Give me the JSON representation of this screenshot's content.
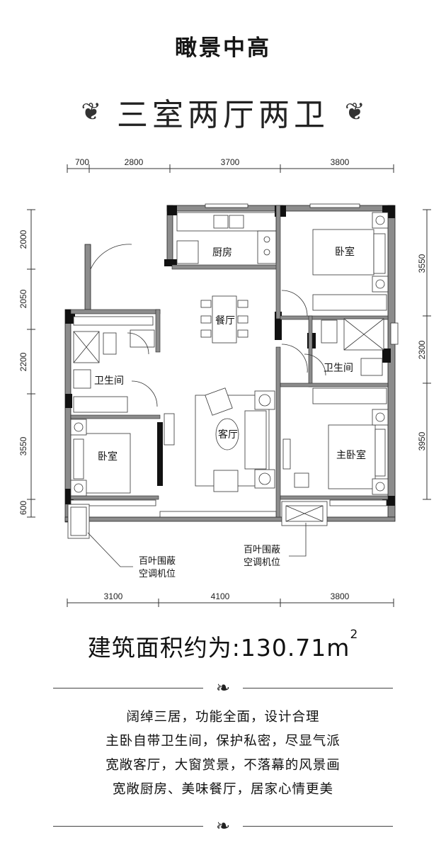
{
  "header": {
    "project_name": "瞰景中高",
    "layout_name": "三室两厅两卫",
    "ornament": "❦"
  },
  "plan": {
    "top_dimensions": [
      "700",
      "2800",
      "3700",
      "3800"
    ],
    "bottom_dimensions": [
      "3100",
      "4100",
      "3800"
    ],
    "left_dimensions": [
      "2000",
      "2050",
      "2200",
      "3550",
      "600"
    ],
    "right_dimensions": [
      "3550",
      "2300",
      "3950"
    ],
    "rooms": {
      "kitchen": "厨房",
      "dining": "餐厅",
      "living": "客厅",
      "bedroom_left": "卧室",
      "bedroom_right": "卧室",
      "master_bedroom": "主卧室",
      "bathroom_left": "卫生间",
      "bathroom_right": "卫生间"
    },
    "notes": {
      "ac_left_line1": "百叶围蔽",
      "ac_left_line2": "空调机位",
      "ac_right_line1": "百叶围蔽",
      "ac_right_line2": "空调机位"
    },
    "colors": {
      "wall": "#1a1a1a",
      "wall_gray": "#8c8c8c",
      "line": "#333333"
    }
  },
  "area": {
    "label": "建筑面积约为",
    "colon": ":",
    "value": "130.71",
    "unit": "m",
    "unit_sup": "2"
  },
  "divider_glyph": "❧",
  "features": [
    "阔绰三居，功能全面，设计合理",
    "主卧自带卫生间，保护私密，尽显气派",
    "宽敞客厅，大窗赏景，不落幕的风景画",
    "宽敞厨房、美味餐厅，居家心情更美"
  ]
}
